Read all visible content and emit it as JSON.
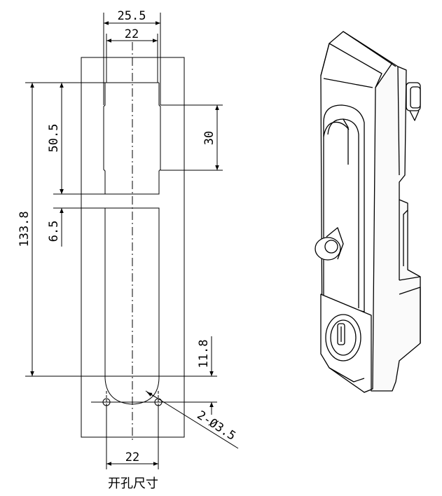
{
  "drawing": {
    "dims": {
      "outer_width": "25.5",
      "inner_width_top": "22",
      "slot_height": "30",
      "upper_height": "50.5",
      "gap": "6.5",
      "total_height": "133.8",
      "hole_offset": "11.8",
      "holes": "2-Ø3.5",
      "hole_spacing": "22"
    },
    "caption": "开孔尺寸"
  }
}
